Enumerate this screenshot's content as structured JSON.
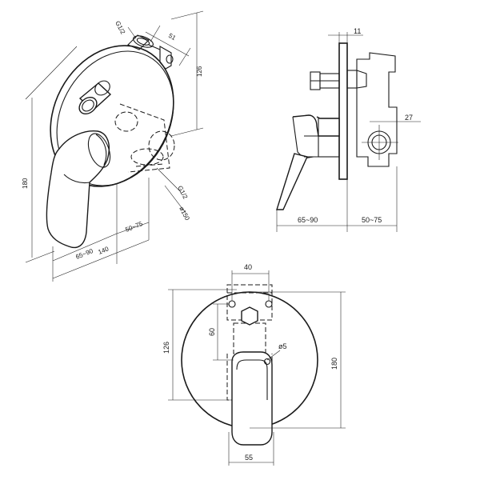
{
  "iso_view": {
    "labels": {
      "inlet_top": "G1/2",
      "width_51": "51",
      "depth_126": "126",
      "height_180": "180",
      "depth_65_90": "65~90",
      "depth_140": "140",
      "depth_50_75": "50~75",
      "inlet_bottom": "G1/2",
      "diameter_150": "ø150"
    }
  },
  "side_view": {
    "labels": {
      "plate_11": "11",
      "inlet_27": "27",
      "range_65_90": "65~90",
      "range_50_75": "50~75"
    }
  },
  "front_view": {
    "labels": {
      "width_40": "40",
      "height_126": "126",
      "spacing_60": "60",
      "hole_5": "ø5",
      "height_180": "180",
      "width_55": "55"
    }
  }
}
